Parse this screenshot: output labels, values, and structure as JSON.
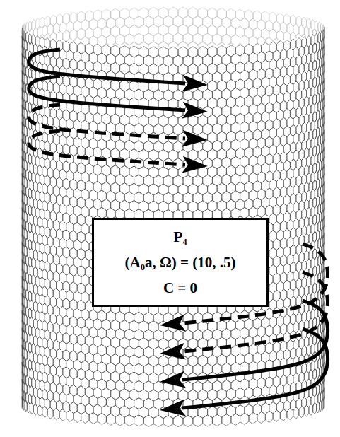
{
  "diagram": {
    "nodes": [
      {
        "text": [
          "P₄",
          "(A₀a, Ω) = (10, .5)",
          "C = 0"
        ]
      }
    ]
  }
}
